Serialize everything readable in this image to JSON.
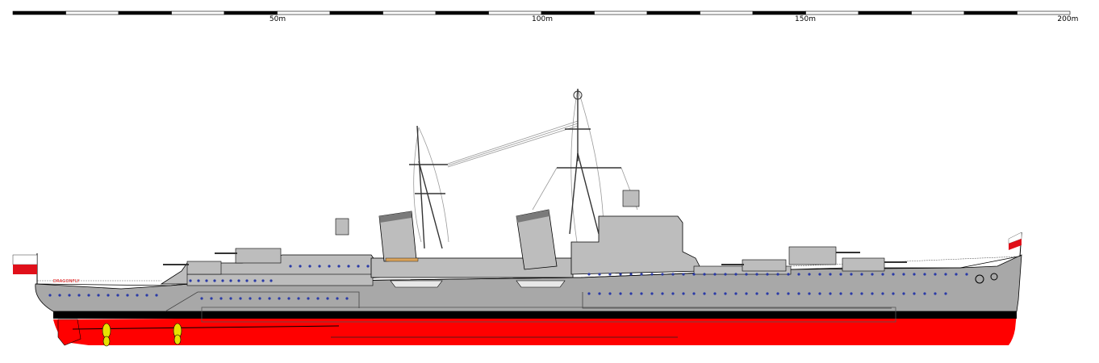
{
  "scale_bar": {
    "ticks": [
      {
        "label": "50m"
      },
      {
        "label": "100m"
      },
      {
        "label": "150m"
      },
      {
        "label": "200m"
      }
    ]
  },
  "ship": {
    "hull_name": "DRAGONFLY",
    "colors": {
      "superstructure": "#bdbdbd",
      "hull": "#a8a8a8",
      "antifouling": "#ff0000",
      "boot_topping": "#000000",
      "porthole": "#2a3aa6",
      "propeller": "#e8e000",
      "flag_white": "#ffffff",
      "flag_red": "#e0101a"
    }
  }
}
